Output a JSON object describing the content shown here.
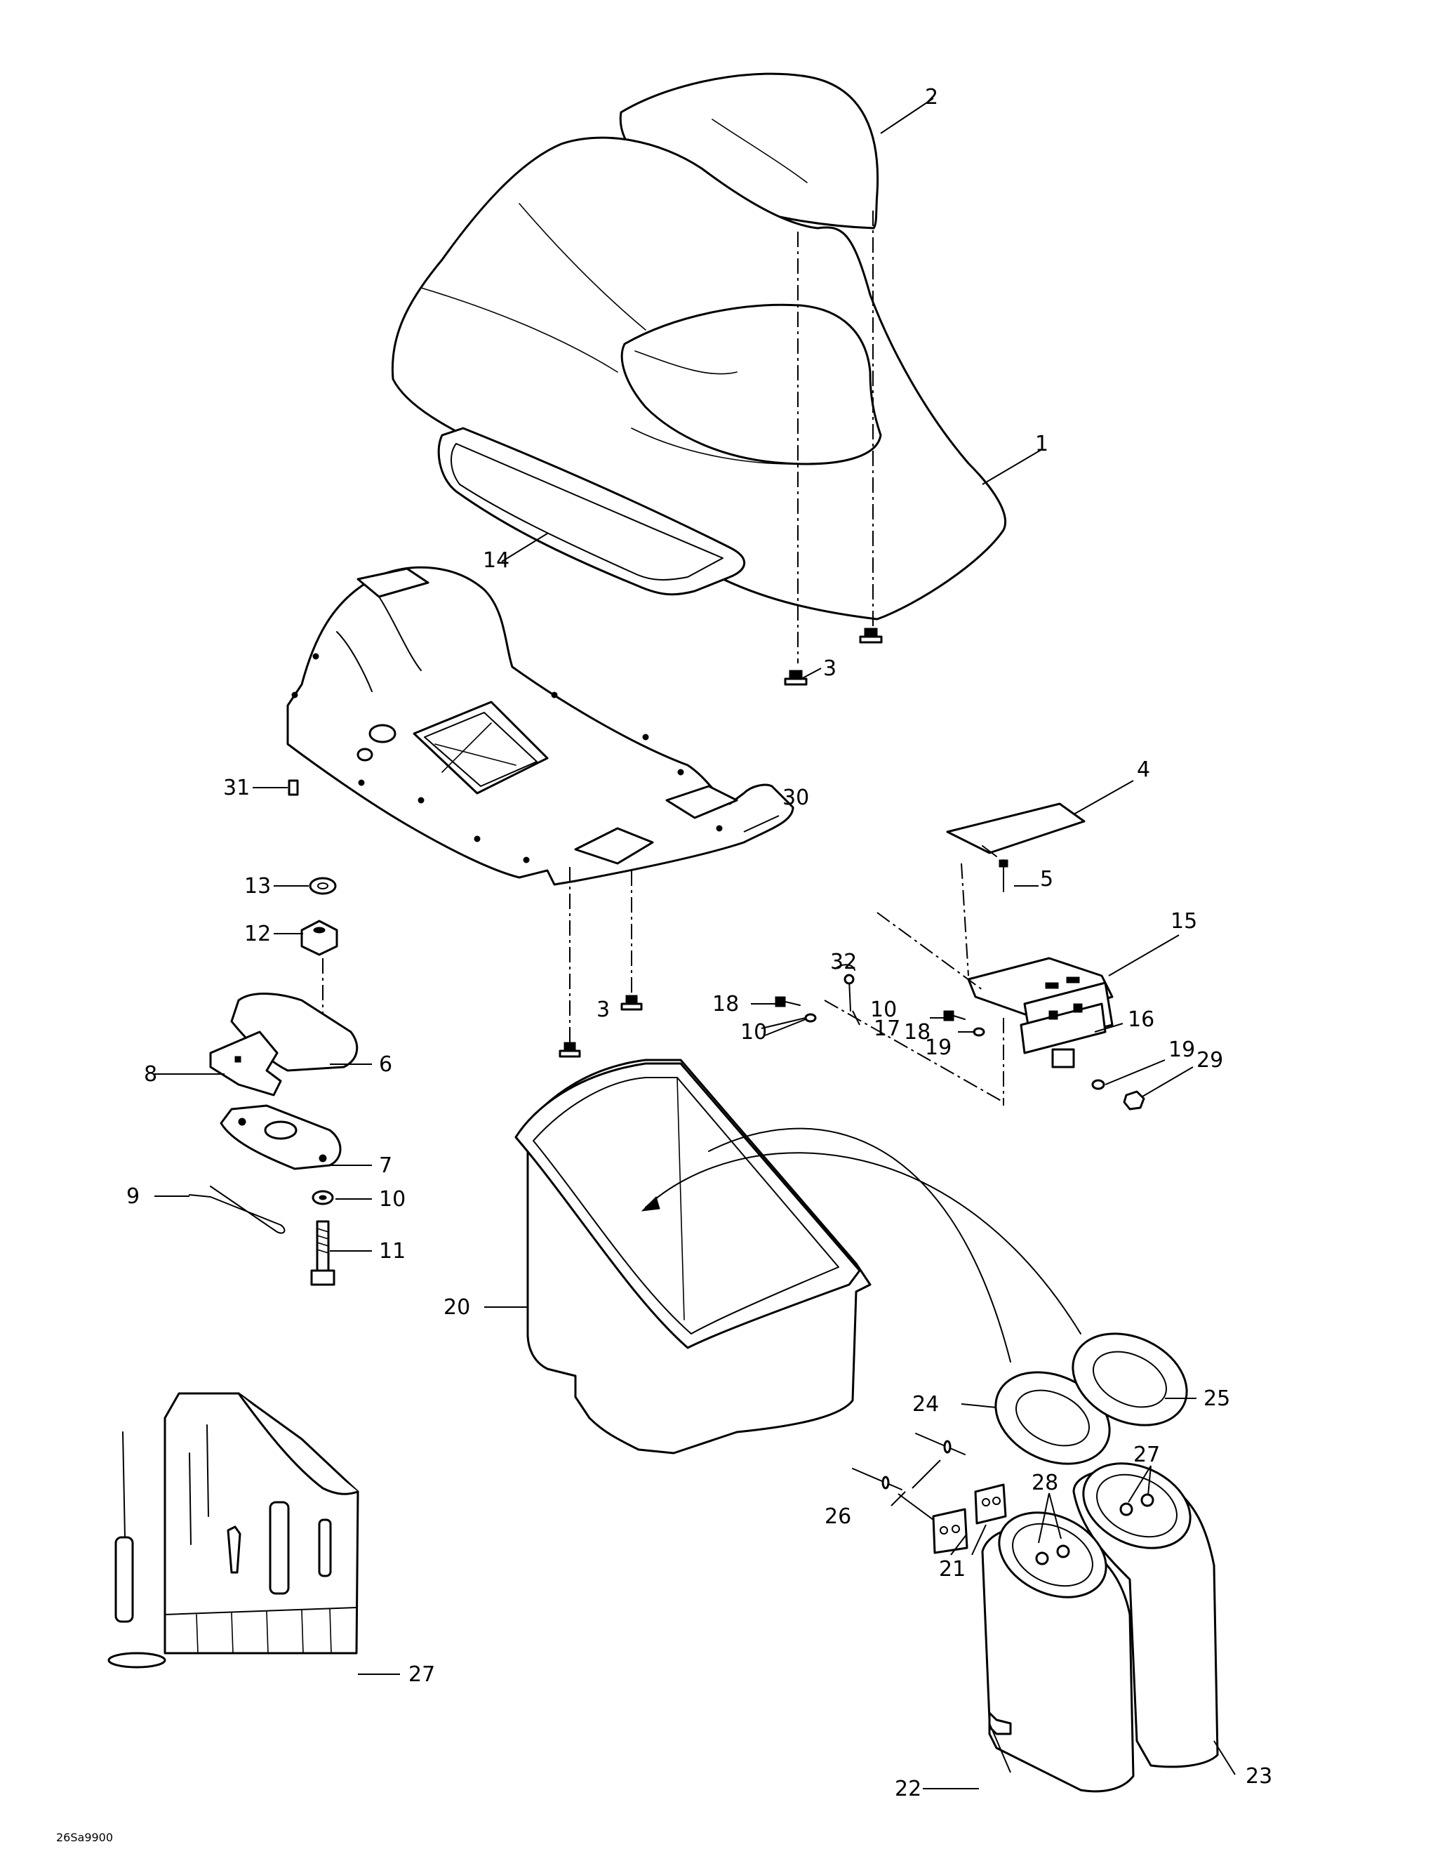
{
  "drawing_code": "26Sa9900",
  "callouts": [
    "1",
    "2",
    "3",
    "3",
    "4",
    "5",
    "6",
    "7",
    "8",
    "9",
    "10",
    "10",
    "10",
    "11",
    "12",
    "13",
    "14",
    "15",
    "16",
    "17",
    "18",
    "18",
    "19",
    "19",
    "20",
    "21",
    "22",
    "23",
    "24",
    "25",
    "26",
    "27",
    "27",
    "28",
    "29",
    "30",
    "31",
    "32"
  ]
}
